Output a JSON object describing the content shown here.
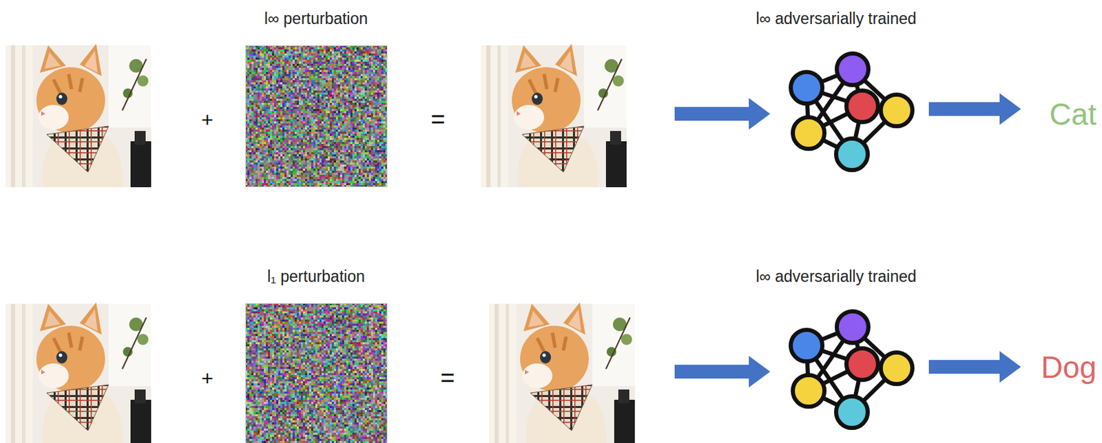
{
  "diagram": {
    "nodes": [
      {
        "text": [
          "l∞ perturbation"
        ]
      },
      {
        "text": [
          "l∞ adversarially trained"
        ]
      },
      {
        "text": [
          "l₁ perturbation"
        ]
      },
      {
        "text": [
          "l∞ adversarially trained"
        ]
      }
    ],
    "labels": [
      "+",
      "=",
      "Cat",
      "+",
      "=",
      "Dog"
    ]
  }
}
